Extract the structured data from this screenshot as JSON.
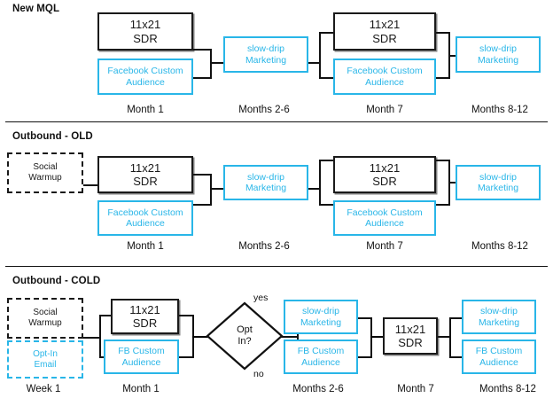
{
  "diagram": {
    "title_visible": false,
    "colors": {
      "accent_blue": "#29b6e8",
      "line_black": "#1a1a1a",
      "background": "#ffffff"
    },
    "sections": [
      {
        "id": "new-mql",
        "heading": "New MQL",
        "timeline": [
          {
            "label": "Month 1"
          },
          {
            "label": "Months 2-6"
          },
          {
            "label": "Month 7"
          },
          {
            "label": "Months 8-12"
          }
        ],
        "nodes": [
          {
            "id": "s1-sdr-1",
            "text": "11x21\nSDR",
            "style": "black"
          },
          {
            "id": "s1-fb-1",
            "text": "Facebook Custom\nAudience",
            "style": "blue"
          },
          {
            "id": "s1-drip-1",
            "text": "slow-drip\nMarketing",
            "style": "blue"
          },
          {
            "id": "s1-sdr-2",
            "text": "11x21\nSDR",
            "style": "black"
          },
          {
            "id": "s1-fb-2",
            "text": "Facebook Custom\nAudience",
            "style": "blue"
          },
          {
            "id": "s1-drip-2",
            "text": "slow-drip\nMarketing",
            "style": "blue"
          }
        ]
      },
      {
        "id": "outbound-old",
        "heading": "Outbound - OLD",
        "timeline": [
          {
            "label": "Month 1"
          },
          {
            "label": "Months 2-6"
          },
          {
            "label": "Month 7"
          },
          {
            "label": "Months 8-12"
          }
        ],
        "nodes": [
          {
            "id": "s2-warmup",
            "text": "Social\nWarmup",
            "style": "dash-black"
          },
          {
            "id": "s2-sdr-1",
            "text": "11x21\nSDR",
            "style": "black"
          },
          {
            "id": "s2-fb-1",
            "text": "Facebook Custom\nAudience",
            "style": "blue"
          },
          {
            "id": "s2-drip-1",
            "text": "slow-drip\nMarketing",
            "style": "blue"
          },
          {
            "id": "s2-sdr-2",
            "text": "11x21\nSDR",
            "style": "black"
          },
          {
            "id": "s2-fb-2",
            "text": "Facebook Custom\nAudience",
            "style": "blue"
          },
          {
            "id": "s2-drip-2",
            "text": "slow-drip\nMarketing",
            "style": "blue"
          }
        ]
      },
      {
        "id": "outbound-cold",
        "heading": "Outbound - COLD",
        "timeline": [
          {
            "label": "Week 1"
          },
          {
            "label": "Month 1"
          },
          {
            "label": "Months 2-6"
          },
          {
            "label": "Month 7"
          },
          {
            "label": "Months 8-12"
          }
        ],
        "nodes": [
          {
            "id": "s3-warmup",
            "text": "Social\nWarmup",
            "style": "dash-black"
          },
          {
            "id": "s3-optin",
            "text": "Opt-In\nEmail",
            "style": "dash-blue"
          },
          {
            "id": "s3-sdr-1",
            "text": "11x21\nSDR",
            "style": "black"
          },
          {
            "id": "s3-fb-1",
            "text": "FB Custom\nAudience",
            "style": "blue"
          },
          {
            "id": "s3-drip-1",
            "text": "slow-drip\nMarketing",
            "style": "blue"
          },
          {
            "id": "s3-fb-2",
            "text": "FB Custom\nAudience",
            "style": "blue"
          },
          {
            "id": "s3-sdr-2",
            "text": "11x21\nSDR",
            "style": "black"
          },
          {
            "id": "s3-drip-2",
            "text": "slow-drip\nMarketing",
            "style": "blue"
          },
          {
            "id": "s3-fb-3",
            "text": "FB Custom\nAudience",
            "style": "blue"
          }
        ],
        "decision": {
          "id": "s3-optin-decision",
          "text": "Opt\nIn?",
          "branches": [
            {
              "label": "yes"
            },
            {
              "label": "no"
            }
          ]
        }
      }
    ]
  }
}
